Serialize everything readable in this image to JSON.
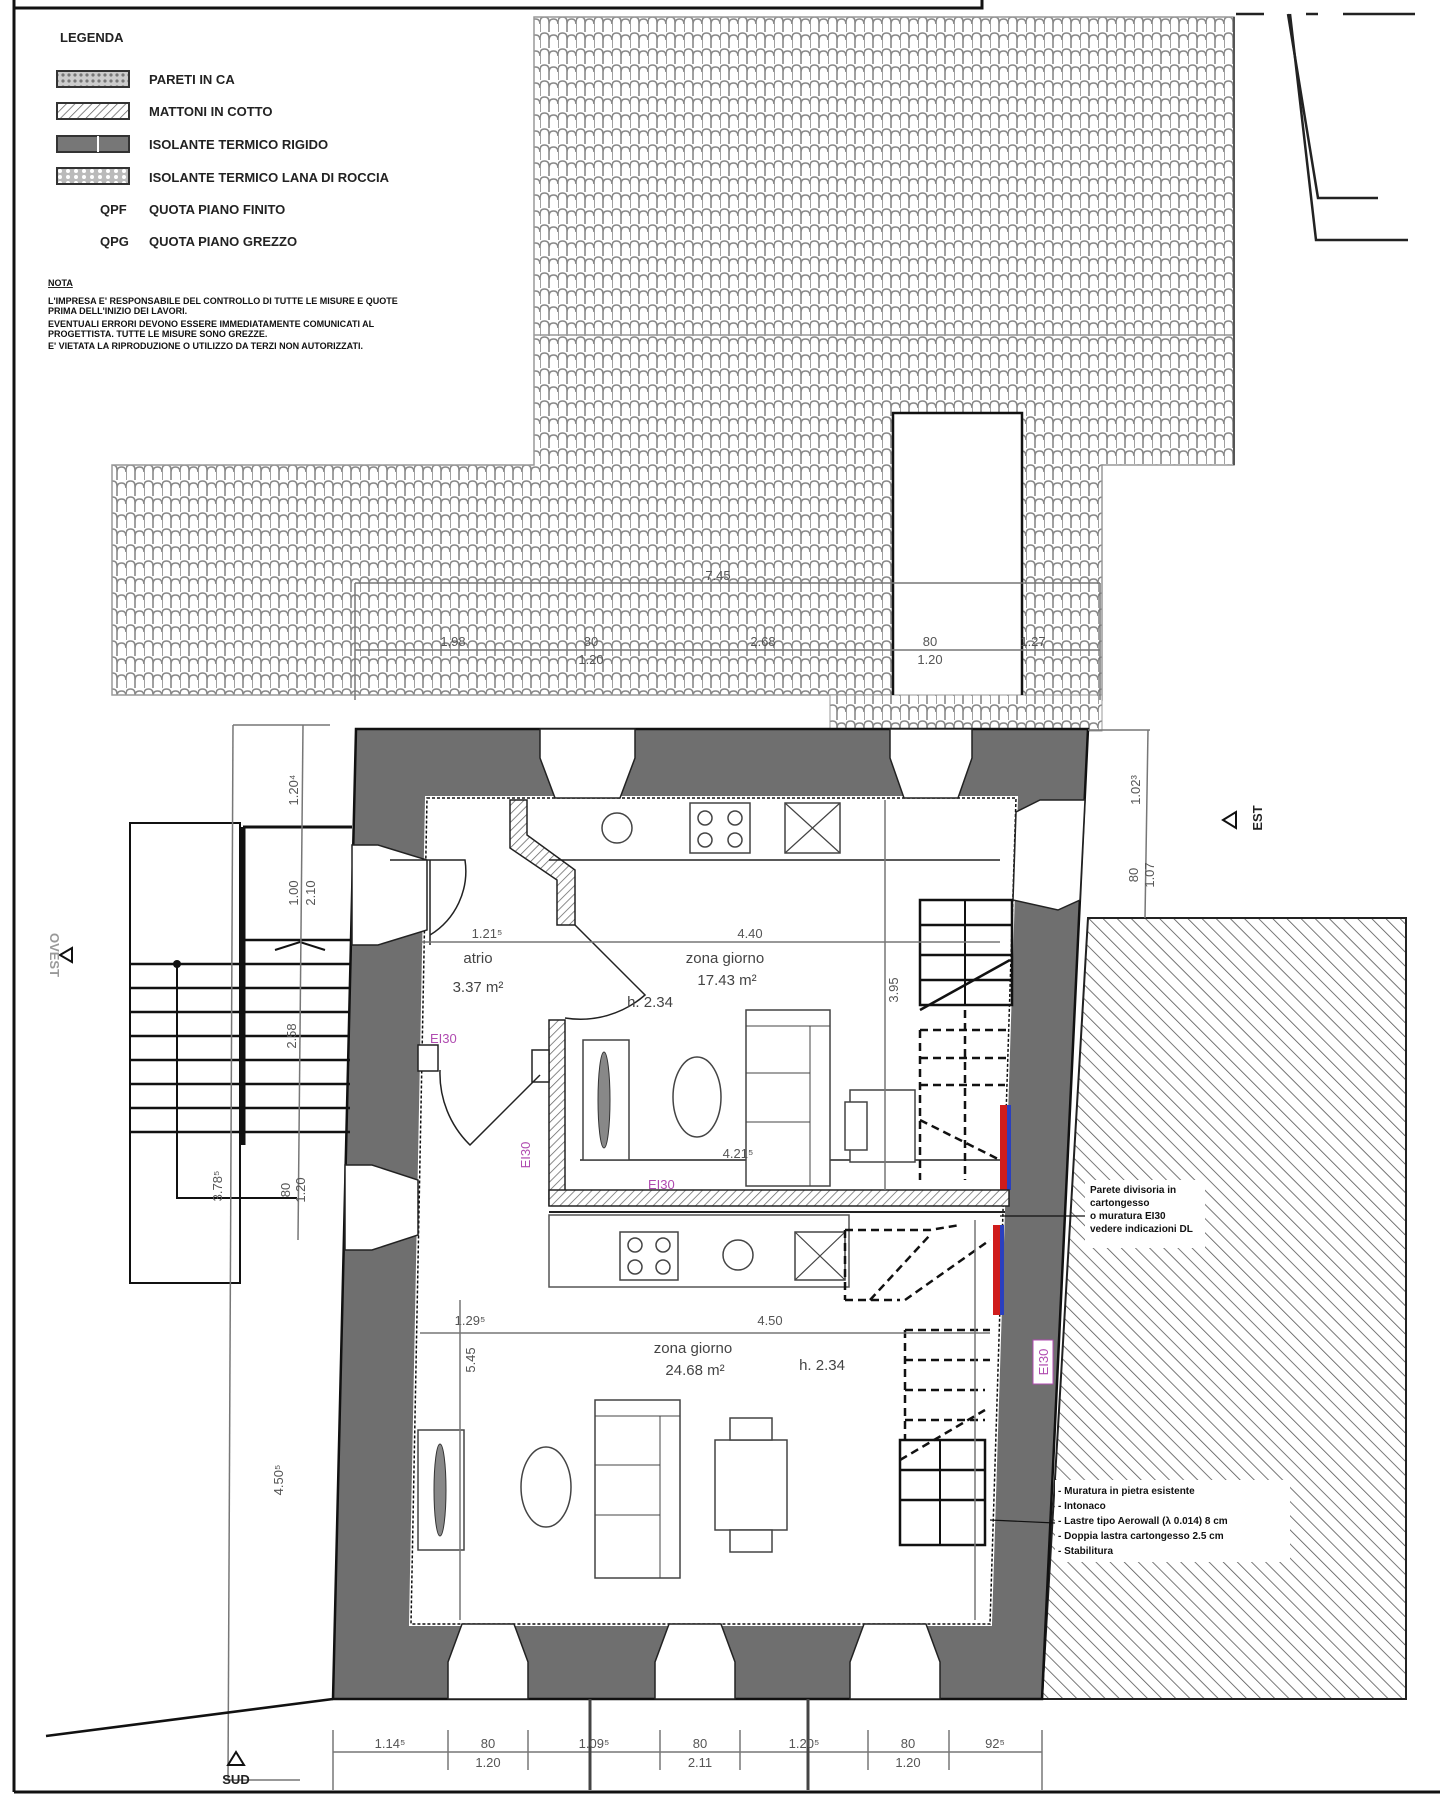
{
  "legend": {
    "title": "LEGENDA",
    "items": [
      {
        "label": "PARETI IN CA"
      },
      {
        "label": "MATTONI IN COTTO"
      },
      {
        "label": "ISOLANTE TERMICO RIGIDO"
      },
      {
        "label": "ISOLANTE TERMICO LANA DI ROCCIA"
      }
    ],
    "abbreviations": [
      {
        "code": "QPF",
        "label": "QUOTA PIANO FINITO"
      },
      {
        "code": "QPG",
        "label": "QUOTA PIANO GREZZO"
      }
    ],
    "nota_title": "NOTA",
    "nota_lines": [
      "L'IMPRESA E' RESPONSABILE DEL CONTROLLO DI TUTTE LE MISURE E QUOTE",
      "PRIMA DELL'INIZIO DEI LAVORI.",
      "EVENTUALI ERRORI DEVONO ESSERE IMMEDIATAMENTE COMUNICATI AL",
      "PROGETTISTA. TUTTE LE MISURE SONO GREZZE.",
      "E' VIETATA LA RIPRODUZIONE O UTILIZZO DA TERZI NON AUTORIZZATI."
    ]
  },
  "rooms": {
    "atrio": {
      "name": "atrio",
      "area": "3.37 m²",
      "width": "1.21⁵"
    },
    "zona_giorno_1": {
      "name": "zona giorno",
      "area": "17.43 m²",
      "height": "h. 2.34",
      "width": "4.40",
      "depth": "3.95",
      "inner": "4.21⁵"
    },
    "zona_giorno_2": {
      "name": "zona giorno",
      "area": "24.68 m²",
      "height": "h. 2.34",
      "width": "4.50",
      "left": "1.29⁵",
      "depth": "5.45"
    }
  },
  "fire_rating": {
    "label": "EI30",
    "color": "#b04bb0"
  },
  "dimensions": {
    "top": {
      "overall": "7.45",
      "segments": [
        "1.98",
        "80",
        "1.20",
        "2.68",
        "80",
        "1.20",
        "1.27"
      ]
    },
    "bottom": {
      "segments": [
        "1.14⁵",
        "80",
        "1.20",
        "1.09⁵",
        "80",
        "2.11",
        "1.20⁵",
        "80",
        "1.20",
        "92⁵"
      ]
    },
    "left": [
      "1.20⁴",
      "1.00",
      "2.10",
      "2.58",
      "3.78⁵",
      "80",
      "1.20",
      "4.50⁵"
    ],
    "right": [
      "1.02³",
      "80",
      "1.07"
    ]
  },
  "orientation": {
    "south": "SUD",
    "east": "EST",
    "west": "OVEST"
  },
  "notes": {
    "partition": [
      "Parete divisoria in",
      "cartongesso",
      "o muratura EI30",
      "vedere indicazioni DL"
    ],
    "wall_layers": [
      "- Muratura in pietra esistente",
      "- Intonaco",
      "- Lastre tipo Aerowall (λ 0.014)  8 cm",
      "- Doppia lastra cartongesso    2.5 cm",
      "- Stabilitura"
    ]
  },
  "colors": {
    "wall": "#6f6f6f",
    "accent_red": "#d01c1c",
    "accent_blue": "#2a3fbf"
  }
}
